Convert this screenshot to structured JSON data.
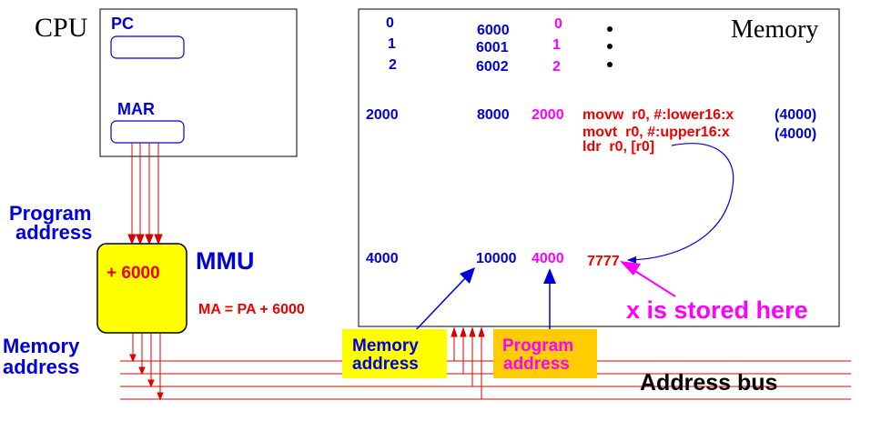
{
  "cpu": {
    "title": "CPU",
    "pc_label": "PC",
    "mar_label": "MAR"
  },
  "memory": {
    "title": "Memory",
    "rows": [
      {
        "pa": "0",
        "ma": "6000",
        "prog": "0"
      },
      {
        "pa": "1",
        "ma": "6001",
        "prog": "1"
      },
      {
        "pa": "2",
        "ma": "6002",
        "prog": "2"
      }
    ],
    "code_row": {
      "pa": "2000",
      "ma": "8000",
      "prog": "2000",
      "instructions": [
        "movw  r0, #:lower16:x",
        "movt  r0, #:upper16:x",
        "ldr  r0, [r0]"
      ],
      "operand_values": [
        "(4000)",
        "(4000)"
      ]
    },
    "data_row": {
      "pa": "4000",
      "ma": "10000",
      "prog": "4000",
      "value": "7777"
    },
    "annotation": "x is stored here"
  },
  "mmu": {
    "title": "MMU",
    "offset": "+ 6000",
    "formula": "MA = PA + 6000"
  },
  "labels": {
    "program_address": [
      "Program",
      "address"
    ],
    "memory_address": [
      "Memory",
      "address"
    ],
    "address_bus": "Address bus"
  },
  "callouts": {
    "memory_address": [
      "Memory",
      "address"
    ],
    "program_address": [
      "Program",
      "address"
    ]
  },
  "colors": {
    "blue": "#0000dd",
    "red": "#ee0000",
    "magenta": "#ff00ff",
    "mmu_fill": "#ffff00",
    "callout_yellow": "#ffff00",
    "callout_orange": "#ffcc00",
    "bus_line": "#dd0000"
  }
}
